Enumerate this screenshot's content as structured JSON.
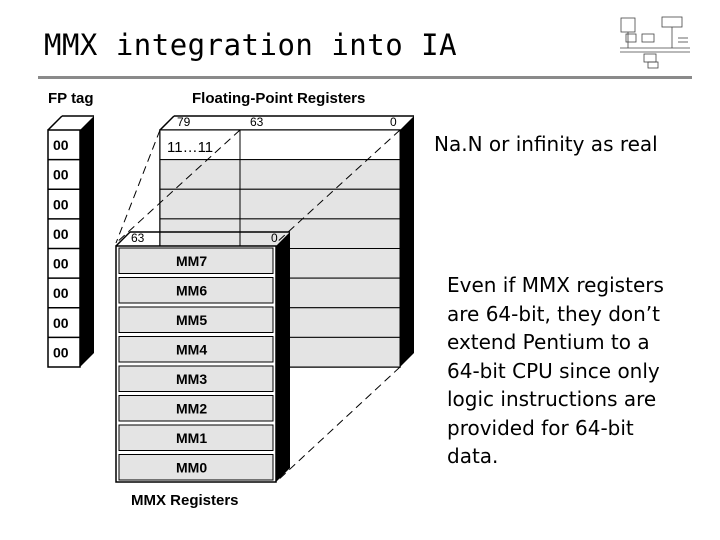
{
  "slide": {
    "title": "MMX integration into IA"
  },
  "diagram": {
    "fp_tag_header": "FP tag",
    "fp_tags": [
      "00",
      "00",
      "00",
      "00",
      "00",
      "00",
      "00",
      "00"
    ],
    "fpr_header": "Floating-Point Registers",
    "fpr_bits": {
      "high": "79",
      "mid": "63",
      "low": "0"
    },
    "fpr_top_value": "11…11",
    "mmx_bits": {
      "high": "63",
      "low": "0"
    },
    "mmx_registers": [
      "MM7",
      "MM6",
      "MM5",
      "MM4",
      "MM3",
      "MM2",
      "MM1",
      "MM0"
    ],
    "mmx_footer": "MMX Registers"
  },
  "notes": {
    "nan_note": "Na.N or infinity as real",
    "explanation": "Even if MMX registers\nare 64-bit, they don’t\nextend Pentium to a\n64-bit CPU since only\nlogic instructions are\nprovided for 64-bit\ndata."
  }
}
